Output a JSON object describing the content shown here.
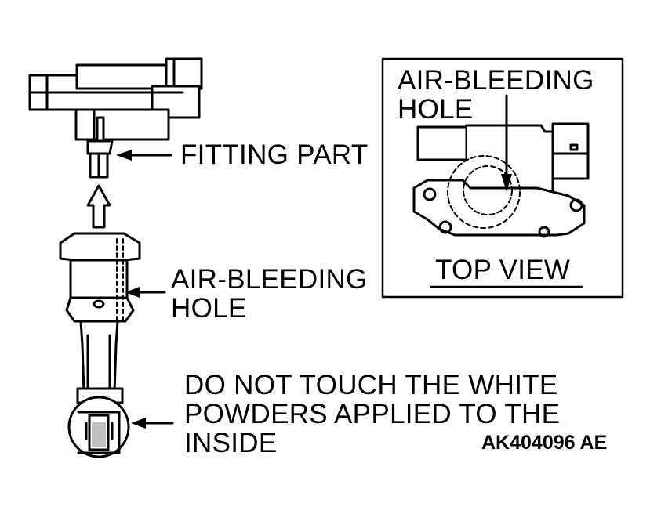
{
  "labels": {
    "fitting_part": "FITTING PART",
    "air_bleeding_line1": "AIR-BLEEDING",
    "air_bleeding_line2": "HOLE",
    "warning_line1": "DO NOT TOUCH THE WHITE",
    "warning_line2": "POWDERS APPLIED TO THE",
    "warning_line3": "INSIDE"
  },
  "top_view": {
    "air_bleeding_line1": "AIR-BLEEDING",
    "air_bleeding_line2": "HOLE",
    "caption": "TOP VIEW"
  },
  "figure_code": "AK404096 AE",
  "colors": {
    "ink": "#000000",
    "paper": "#ffffff"
  }
}
